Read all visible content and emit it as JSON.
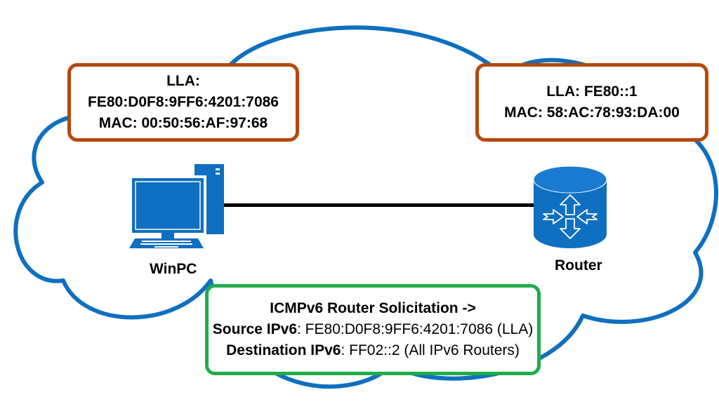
{
  "diagram": {
    "colors": {
      "cloud": "#0f6fc0",
      "device": "#0f6fc0",
      "info_box_border": "#b5480e",
      "packet_box_border": "#1fad4a",
      "link": "#000000"
    },
    "pc": {
      "label": "WinPC",
      "icon": "desktop-computer-icon",
      "info": {
        "lla_label": "LLA:",
        "lla_value": "FE80:D0F8:9FF6:4201:7086",
        "mac_line": "MAC: 00:50:56:AF:97:68"
      }
    },
    "router": {
      "label": "Router",
      "icon": "router-icon",
      "info": {
        "lla_line": "LLA: FE80::1",
        "mac_line": "MAC: 58:AC:78:93:DA:00"
      }
    },
    "packet": {
      "title": "ICMPv6 Router Solicitation ->",
      "source_label": "Source IPv6",
      "source_value": ": FE80:D0F8:9FF6:4201:7086 (LLA)",
      "destination_label": "Destination IPv6",
      "destination_value": ": FF02::2 (All IPv6 Routers)"
    }
  }
}
